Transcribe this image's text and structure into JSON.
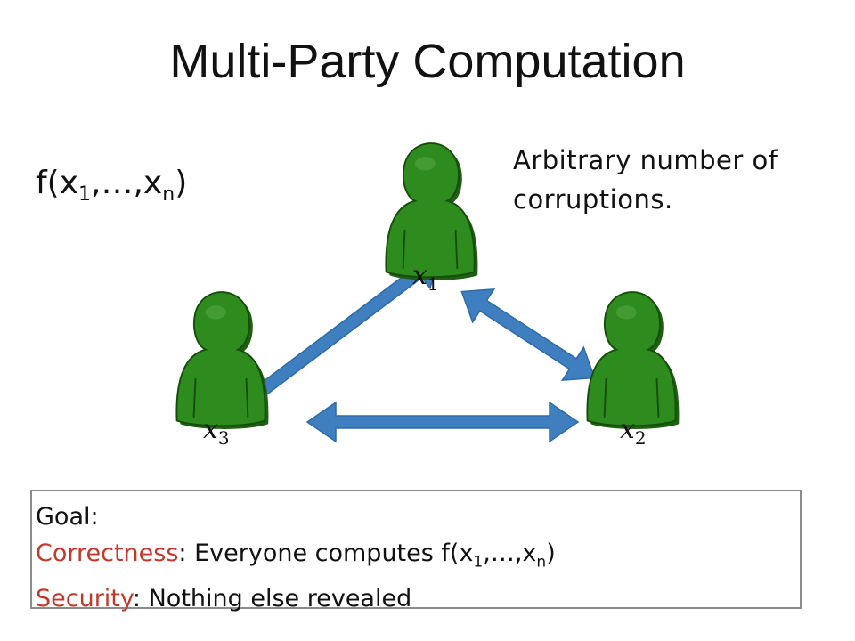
{
  "title": "Multi-Party Computation",
  "function": {
    "pre": "f(x",
    "sub1": "1",
    "mid": ",…,x",
    "subn": "n",
    "post": ")"
  },
  "note": "Arbitrary number of corruptions.",
  "parties": [
    {
      "var": "x",
      "sub": "1",
      "icon": "person-icon"
    },
    {
      "var": "x",
      "sub": "2",
      "icon": "person-icon"
    },
    {
      "var": "x",
      "sub": "3",
      "icon": "person-icon"
    }
  ],
  "goal": {
    "heading": "Goal:",
    "correctness_label": "Correctness",
    "correctness_text": ": Everyone computes  f(x",
    "correctness_sub1": "1",
    "correctness_mid": ",…,x",
    "correctness_subn": "n",
    "correctness_post": ")",
    "security_label": "Security",
    "security_text": ": Nothing else revealed"
  },
  "colors": {
    "person": "#2e8b1e",
    "arrow": "#3f7fbf",
    "label_red": "#c0392b",
    "box_border": "#8c8c8c"
  }
}
